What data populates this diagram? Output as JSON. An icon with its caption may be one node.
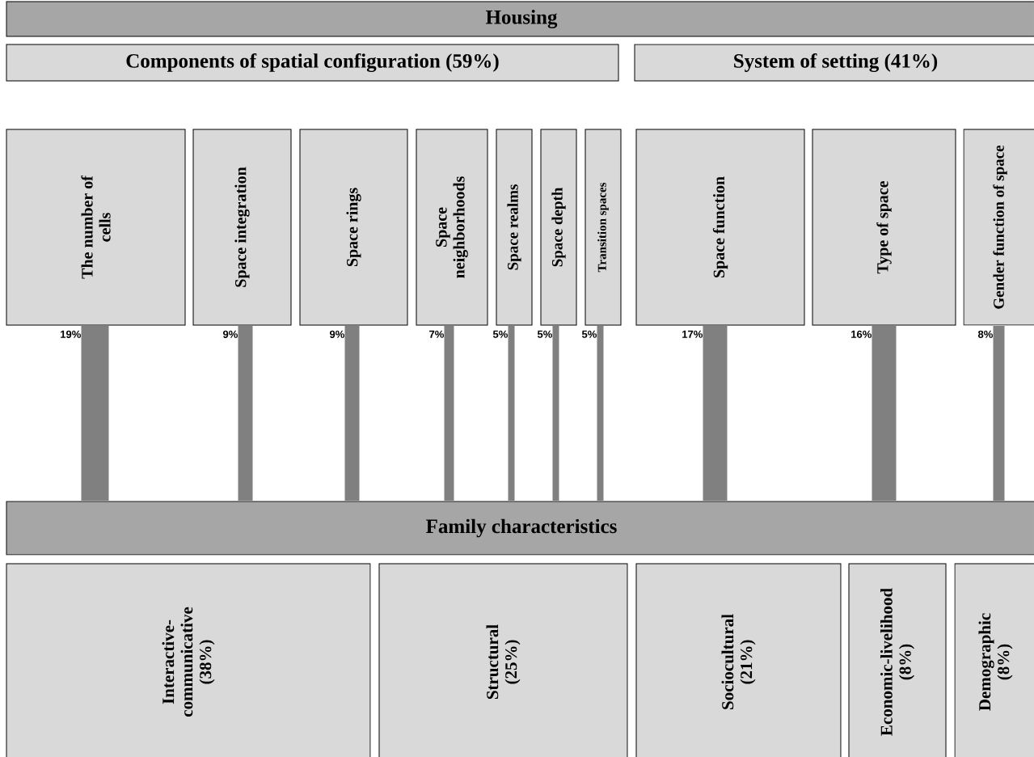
{
  "diagram": {
    "nodes": [
      {
        "text": [
          "Housing"
        ]
      },
      {
        "text": [
          "Components of spatial configuration (59%)"
        ]
      },
      {
        "text": [
          "System of setting (41%)"
        ]
      },
      {
        "text": [
          "The number of cells"
        ]
      },
      {
        "text": [
          "Space integration"
        ]
      },
      {
        "text": [
          "Space rings"
        ]
      },
      {
        "text": [
          "Space neighborhoods"
        ]
      },
      {
        "text": [
          "Space realms"
        ]
      },
      {
        "text": [
          "Space depth"
        ]
      },
      {
        "text": [
          "Transition spaces"
        ]
      },
      {
        "text": [
          "Space function"
        ]
      },
      {
        "text": [
          "Type of space"
        ]
      },
      {
        "text": [
          "Gender function of space"
        ]
      },
      {
        "text": [
          "Family characteristics"
        ]
      },
      {
        "text": [
          "Interactive-communicative (38%)"
        ]
      },
      {
        "text": [
          "Structural (25%)"
        ]
      },
      {
        "text": [
          "Sociocultural (21%)"
        ]
      },
      {
        "text": [
          "Economic-livelihood (8%)"
        ]
      },
      {
        "text": [
          "Demographic (8%)"
        ]
      }
    ],
    "edges": [
      {
        "from": 3,
        "to": 13,
        "arrow": "none",
        "label": "19%",
        "style": "thick"
      },
      {
        "from": 4,
        "to": 13,
        "arrow": "none",
        "label": "9%"
      },
      {
        "from": 5,
        "to": 13,
        "arrow": "none",
        "label": "9%"
      },
      {
        "from": 6,
        "to": 13,
        "arrow": "none",
        "label": "7%"
      },
      {
        "from": 7,
        "to": 13,
        "arrow": "none",
        "label": "5%"
      },
      {
        "from": 8,
        "to": 13,
        "arrow": "none",
        "label": "5%"
      },
      {
        "from": 9,
        "to": 13,
        "arrow": "none",
        "label": "5%"
      },
      {
        "from": 10,
        "to": 13,
        "arrow": "none",
        "label": "17%",
        "style": "thick"
      },
      {
        "from": 11,
        "to": 13,
        "arrow": "none",
        "label": "16%",
        "style": "thick"
      },
      {
        "from": 12,
        "to": 13,
        "arrow": "none",
        "label": "8%"
      }
    ]
  }
}
